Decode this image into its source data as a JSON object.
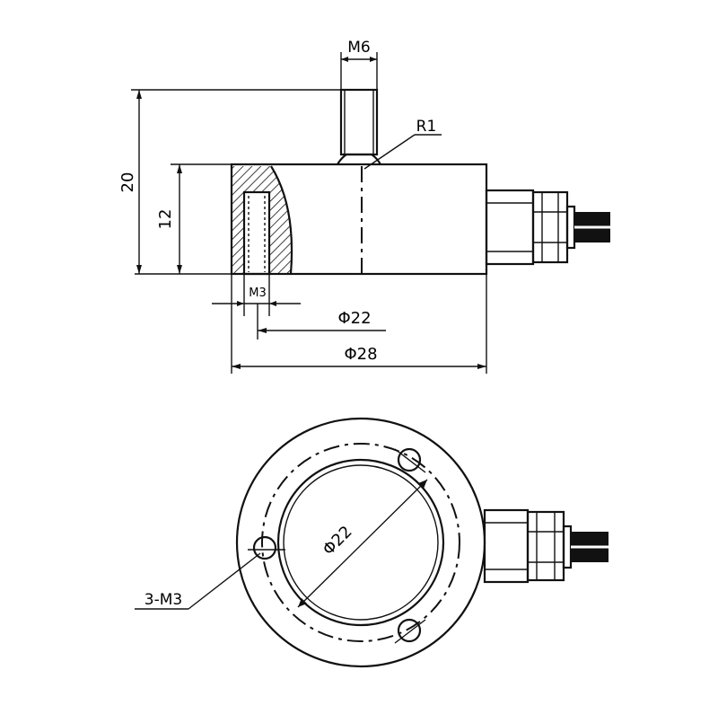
{
  "side_view": {
    "labels": {
      "bolt_thread": "M6",
      "total_height": "20",
      "body_height": "12",
      "fillet_radius": "R1",
      "hole_thread": "M3",
      "pitch_circle": "Φ22",
      "outer_diameter": "Φ28"
    }
  },
  "top_view": {
    "labels": {
      "pitch_circle": "Φ22",
      "holes_callout": "3-M3"
    }
  }
}
